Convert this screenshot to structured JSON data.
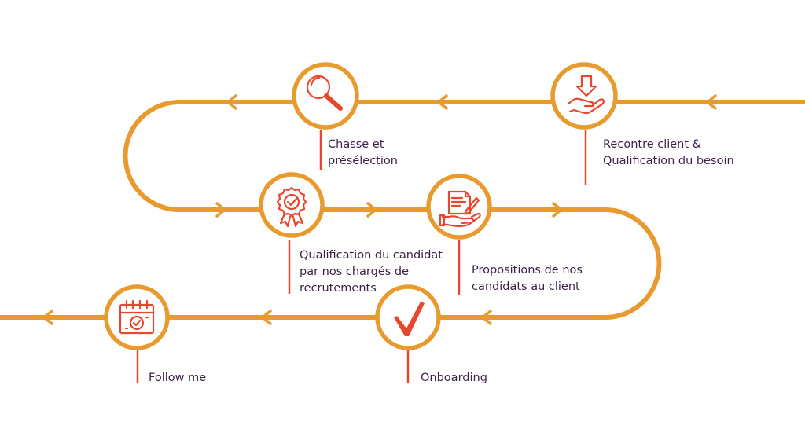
{
  "colors": {
    "path": "#e89a2e",
    "circle_fill": "#ffffff",
    "icon": "#e8472f",
    "connector": "#e8472f",
    "text": "#3d1f4a"
  },
  "steps": [
    {
      "id": "recontre",
      "icon": "hand-receive-icon",
      "label": [
        "Recontre client &",
        "Qualification du besoin"
      ]
    },
    {
      "id": "chasse",
      "icon": "magnifier-icon",
      "label": [
        "Chasse et",
        "présélection"
      ]
    },
    {
      "id": "qualification",
      "icon": "award-badge-icon",
      "label": [
        "Qualification du candidat",
        "par nos chargés de",
        "recrutements"
      ]
    },
    {
      "id": "propositions",
      "icon": "contract-handshake-icon",
      "label": [
        "Propositions de nos",
        "candidats au client"
      ]
    },
    {
      "id": "onboarding",
      "icon": "checkmark-icon",
      "label": [
        "Onboarding"
      ]
    },
    {
      "id": "follow",
      "icon": "calendar-check-icon",
      "label": [
        "Follow me"
      ]
    }
  ]
}
